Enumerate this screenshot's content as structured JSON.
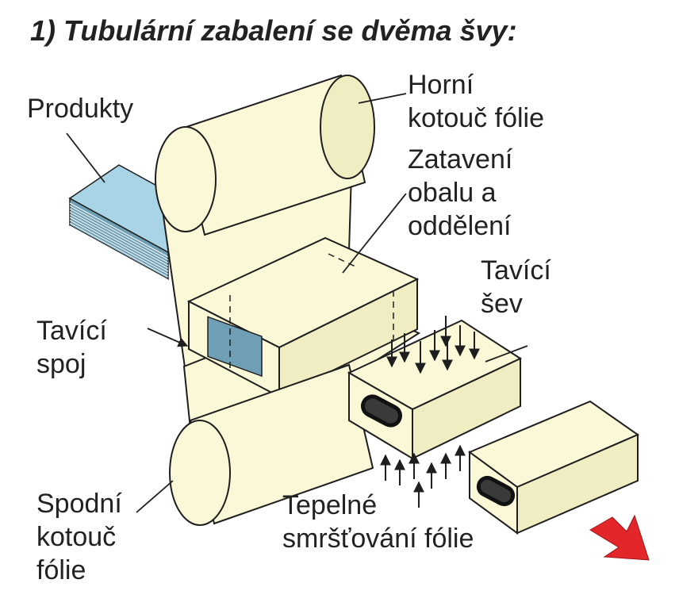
{
  "title": "1) Tubulární zabalení se dvěma švy:",
  "labels": {
    "produkty": [
      "Produkty"
    ],
    "horni_kotouc": [
      "Horní",
      "kotouč fólie"
    ],
    "zataveni": [
      "Zatavení",
      "obalu a",
      "oddělení"
    ],
    "tavici_sev": [
      "Tavící",
      "šev"
    ],
    "tavici_spoj": [
      "Tavící",
      "spoj"
    ],
    "spodni_kotouc": [
      "Spodní",
      "kotouč",
      "fólie"
    ],
    "tepelne": [
      "Tepelné",
      "smršťování fólie"
    ]
  },
  "colors": {
    "film": "#fbf8d8",
    "film_shade": "#f1edc2",
    "product": "#a9d4e6",
    "product_stack": "#6f9fb4",
    "stroke": "#1e1e1e",
    "arrow_exit": "#e3262a"
  }
}
